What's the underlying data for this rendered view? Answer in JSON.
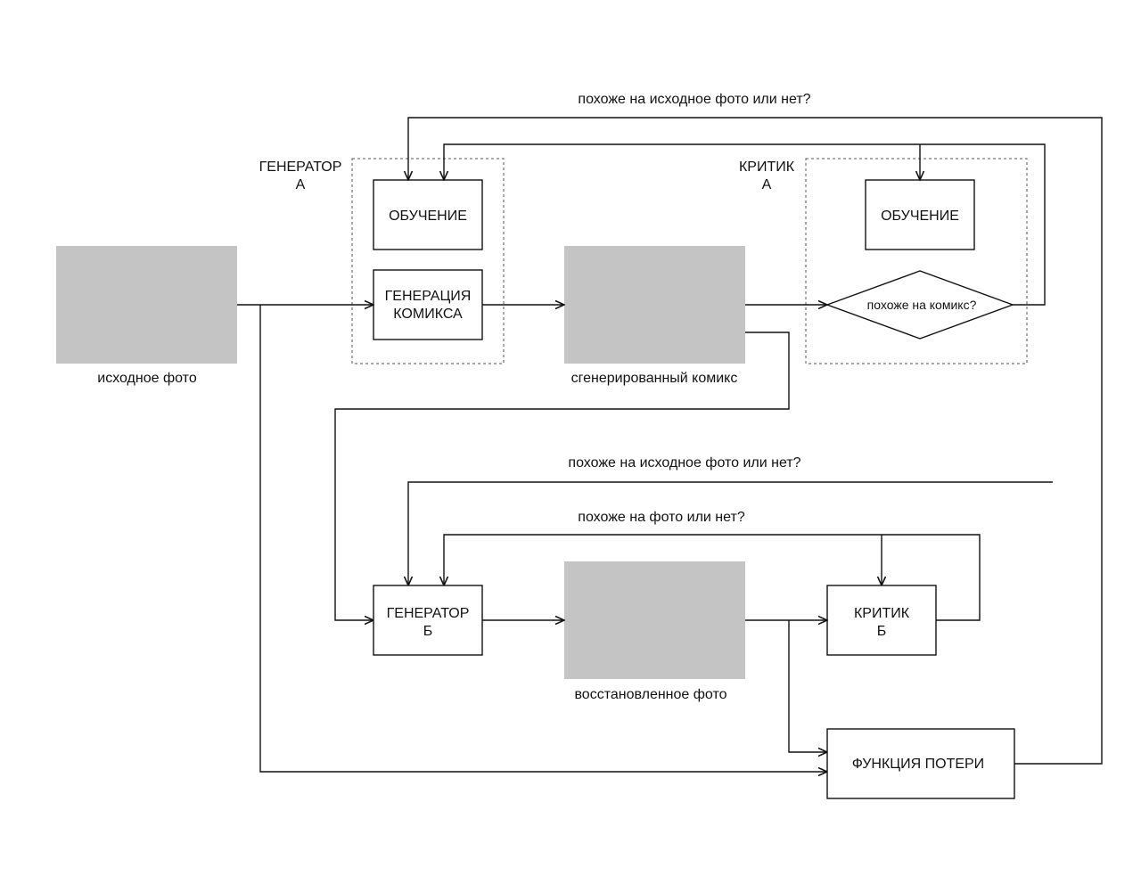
{
  "colors": {
    "image_fill": "#c4c4c4",
    "stroke": "#111111",
    "background": "#ffffff"
  },
  "group_a": {
    "generator_label": [
      "ГЕНЕРАТОР",
      "А"
    ],
    "critic_label": [
      "КРИТИК",
      "А"
    ],
    "training_label": "ОБУЧЕНИЕ",
    "critic_training_label": "ОБУЧЕНИЕ",
    "generation_label": [
      "ГЕНЕРАЦИЯ",
      "КОМИКСА"
    ],
    "decision_label": "похоже на комикс?",
    "feedback_label": "похоже на исходное фото или нет?"
  },
  "images": {
    "source": "исходное фото",
    "comic": "сгенерированный комикс",
    "restored": "восстановленное фото"
  },
  "group_b": {
    "feedback_label_1": "похоже на исходное фото или нет?",
    "feedback_label_2": "похоже на фото или нет?",
    "generator_label": [
      "ГЕНЕРАТОР",
      "Б"
    ],
    "critic_label": [
      "КРИТИК",
      "Б"
    ],
    "loss_label": "ФУНКЦИЯ ПОТЕРИ"
  }
}
